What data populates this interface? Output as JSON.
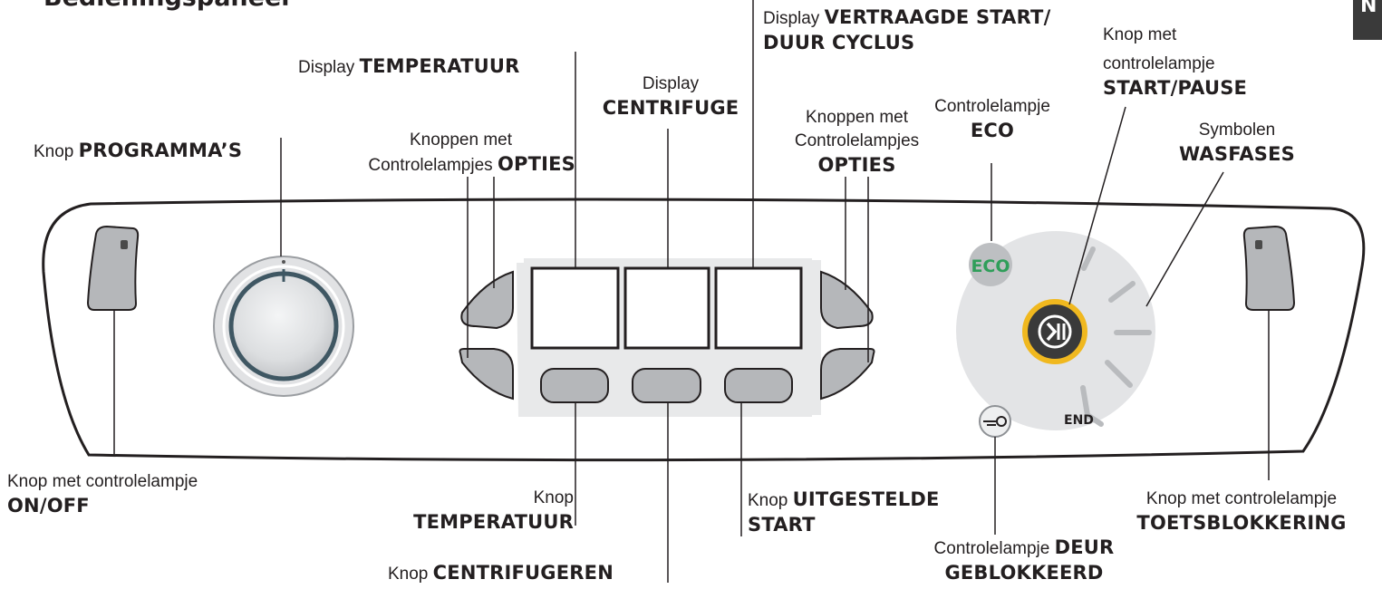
{
  "header": {
    "title": "Bedieningspaneel",
    "tab": "N"
  },
  "labels": {
    "programmas": {
      "prefix": "Knop",
      "name": "PROGRAMMA’S"
    },
    "opties_left": {
      "line1": "Knoppen met",
      "prefix": "Controlelampjes",
      "name": "OPTIES"
    },
    "display_temp": {
      "prefix": "Display",
      "name": "TEMPERATUUR"
    },
    "display_centrifuge": {
      "line1": "Display",
      "name": "CENTRIFUGE"
    },
    "display_delay": {
      "prefix": "Display",
      "name1": "VERTRAAGDE START/",
      "name2": "DUUR CYCLUS"
    },
    "opties_right": {
      "line1": "Knoppen met",
      "line2": "Controlelampjes",
      "name": "OPTIES"
    },
    "eco": {
      "line1": "Controlelampje",
      "name": "ECO"
    },
    "start_pause": {
      "line1": "Knop met",
      "line2": "controlelampje",
      "name": "START/PAUSE"
    },
    "wasfases": {
      "line1": "Symbolen",
      "name": "WASFASES"
    },
    "onoff": {
      "line1": "Knop met controlelampje",
      "name": "ON/OFF"
    },
    "temp_button": {
      "line1": "Knop",
      "name": "TEMPERATUUR"
    },
    "centrifuge_button": {
      "prefix": "Knop",
      "name": "CENTRIFUGEREN"
    },
    "delay_button": {
      "prefix": "Knop",
      "name1": "UITGESTELDE",
      "name2": "START"
    },
    "door": {
      "prefix": "Controlelampje",
      "name1": "DEUR",
      "name2": "GEBLOKKEERD"
    },
    "keylock": {
      "line1": "Knop met controlelampje",
      "name": "TOETSBLOKKERING"
    }
  },
  "panel": {
    "eco_text": "ECO",
    "end_text": "END"
  },
  "colors": {
    "eco_green": "#2f9e5a",
    "start_ring": "#f0b81f",
    "panel_gray": "#e3e4e6",
    "button_gray": "#b5b7ba"
  }
}
